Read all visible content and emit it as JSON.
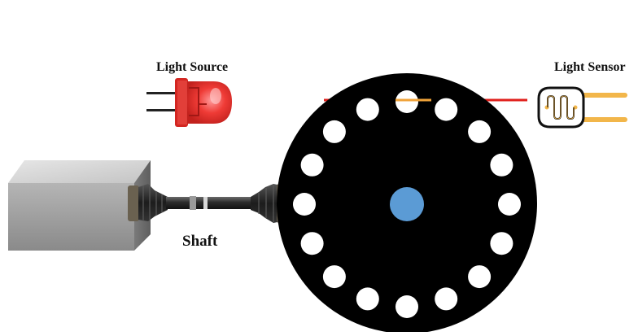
{
  "labels": {
    "light_source": "Light Source",
    "light_sensor": "Light Sensor",
    "shaft": "Shaft"
  },
  "colors": {
    "disk": "#000000",
    "hub": "#5b9bd5",
    "slot": "#ffffff",
    "beam": "#e0201c",
    "beam_through_slot": "#f0a33a",
    "led": "#e53935",
    "sensor_leads": "#f2b64a",
    "motor_box": "#9a9a9a"
  },
  "icons": {
    "source": "led-icon",
    "sensor": "photoresistor-icon",
    "motor": "motor-box",
    "shaft": "drive-shaft"
  },
  "encoder": {
    "slot_count": 16
  }
}
